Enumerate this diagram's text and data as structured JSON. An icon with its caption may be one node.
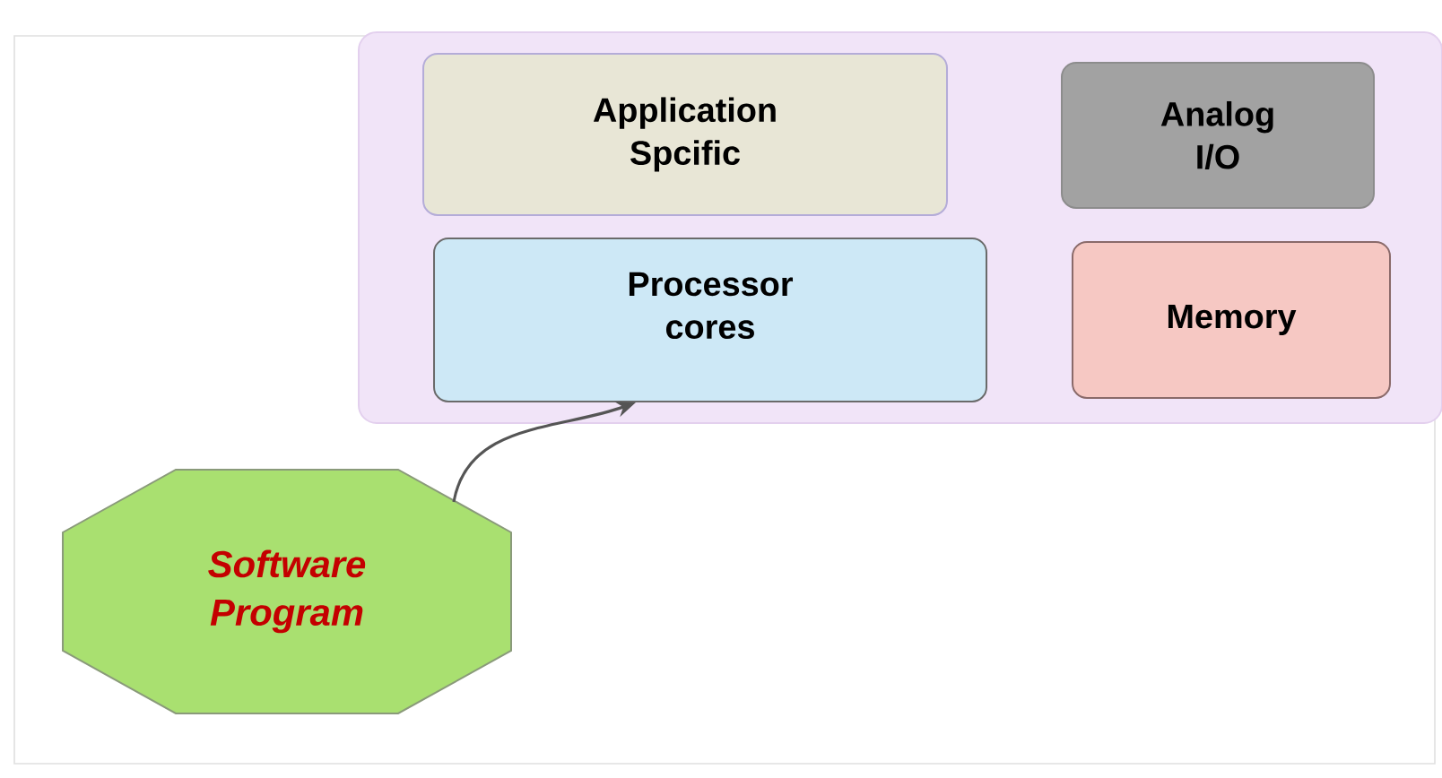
{
  "diagram": {
    "nodes": [
      {
        "text": [],
        "shape": "box"
      },
      {
        "text": [
          "Application Spcific"
        ],
        "in": 0
      },
      {
        "text": [
          "Analog I/O"
        ],
        "in": 0
      },
      {
        "text": [
          "Processor cores"
        ],
        "in": 0
      },
      {
        "text": [
          "Memory"
        ],
        "in": 0
      },
      {
        "text": [
          "Software Program"
        ]
      }
    ],
    "edges": [
      {
        "from": 5,
        "to": 3,
        "arrow": "to"
      }
    ]
  }
}
